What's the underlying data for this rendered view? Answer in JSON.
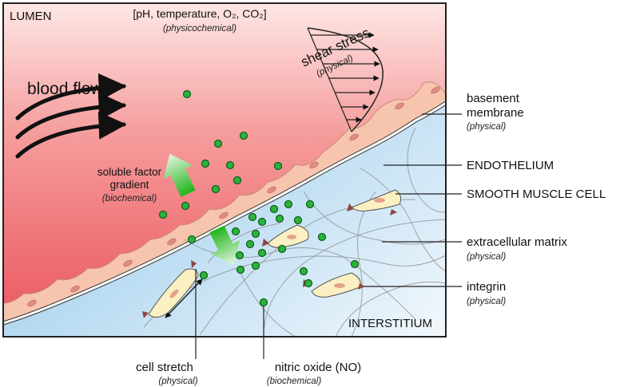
{
  "regions": {
    "lumen": "LUMEN",
    "interstitium": "INTERSTITIUM"
  },
  "physicochemical": {
    "title": "[pH, temperature, O₂, CO₂]",
    "type": "(physicochemical)"
  },
  "shear_stress": {
    "title": "shear stress",
    "type": "(physical)"
  },
  "blood_flow": {
    "title": "blood flow"
  },
  "soluble_factor": {
    "line1": "soluble factor",
    "line2": "gradient",
    "type": "(biochemical)"
  },
  "basement_membrane": {
    "line1": "basement",
    "line2": "membrane",
    "type": "(physical)"
  },
  "endothelium": {
    "title": "ENDOTHELIUM"
  },
  "smooth_muscle_cell": {
    "title": "SMOOTH MUSCLE CELL"
  },
  "extracellular_matrix": {
    "title": "extracellular matrix",
    "type": "(physical)"
  },
  "integrin": {
    "title": "integrin",
    "type": "(physical)"
  },
  "cell_stretch": {
    "title": "cell stretch",
    "type": "(physical)"
  },
  "nitric_oxide": {
    "title": "nitric oxide (NO)",
    "type": "(biochemical)"
  },
  "colors": {
    "lumen_red": "#ee6a6e",
    "interstitium_blue": "#8cc4ea",
    "endothelium_pink": "#f6c0a8",
    "no_green": "#2bb33c",
    "muscle_cell": "#fbf0c2",
    "integrin": "#8f4545",
    "gradient_green": "#3ecf3a"
  }
}
